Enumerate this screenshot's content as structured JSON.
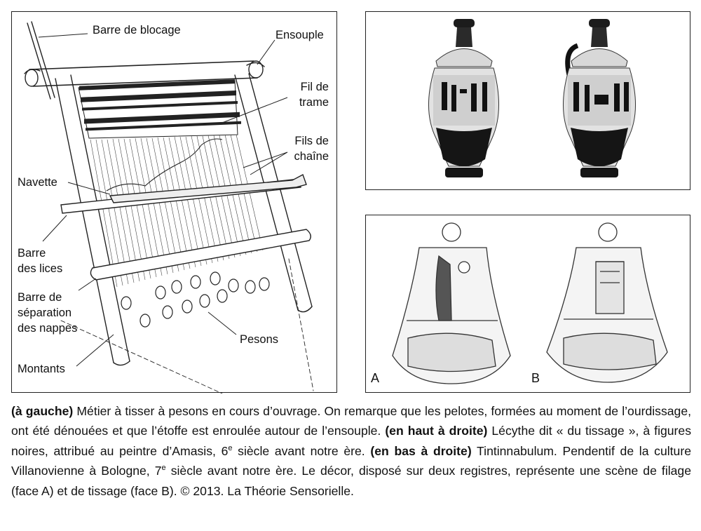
{
  "loom": {
    "labels": {
      "barre_blocage": "Barre de blocage",
      "ensouple": "Ensouple",
      "fil_trame_1": "Fil de",
      "fil_trame_2": "trame",
      "fils_chaine_1": "Fils de",
      "fils_chaine_2": "chaîne",
      "navette": "Navette",
      "barre_lices_1": "Barre",
      "barre_lices_2": "des lices",
      "separation_1": "Barre de",
      "separation_2": "séparation",
      "separation_3": "des nappes",
      "pesons": "Pesons",
      "montants": "Montants"
    }
  },
  "tintinnabulum": {
    "face_a": "A",
    "face_b": "B"
  },
  "caption": {
    "left_head": "(à gauche)",
    "left_text": " Métier à tisser à pesons en cours d’ouvrage. On remarque que les pelotes, formées au moment de l’ourdissage, ont été dénouées et que l’étoffe est enroulée autour de l’ensouple. ",
    "top_right_head": "(en haut à droite)",
    "top_right_text_1": " Lécythe dit « du tissage », à figures noires, attribué au peintre d’Amasis, 6",
    "sup_1": "e",
    "top_right_text_2": " siècle avant notre ère. ",
    "bottom_right_head": "(en bas à droite)",
    "bottom_right_text_1": " Tintinnabulum. Pendentif de la culture Villanovienne à Bologne, 7",
    "sup_2": "e",
    "bottom_right_text_2": " siècle avant notre ère. Le décor, disposé sur deux registres, représente une scène de filage (face A) et de tissage (face B). © 2013. La Théorie Sensorielle."
  }
}
